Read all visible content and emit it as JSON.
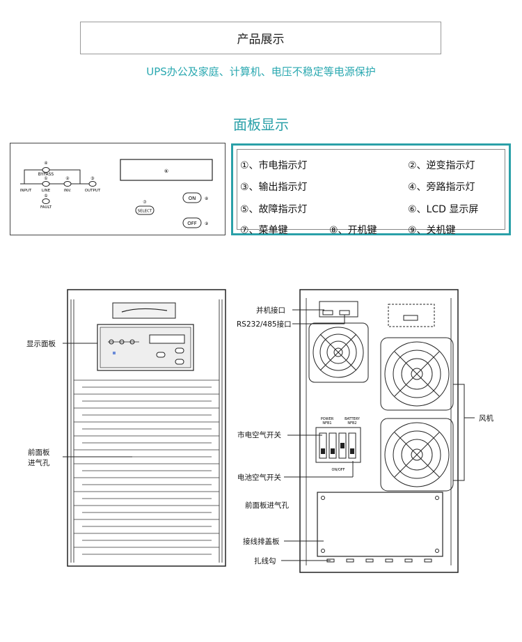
{
  "header": {
    "title": "产品展示",
    "subtitle": "UPS办公及家庭、计算机、电压不稳定等电源保护"
  },
  "panel_section": {
    "title": "面板显示",
    "panel_labels": {
      "bypass": "BYPASS",
      "input": "INPUT",
      "line": "LINE",
      "inv": "INV.",
      "output": "OUTPUT",
      "fault": "FAULT",
      "select": "SELECT",
      "on": "ON",
      "off": "OFF",
      "n1": "①",
      "n2": "②",
      "n3": "③",
      "n4": "④",
      "n5": "⑤",
      "n6": "⑥",
      "n7": "⑦",
      "n8": "⑧",
      "n9": "⑨"
    },
    "legend": [
      "①、市电指示灯",
      "②、逆变指示灯",
      "③、输出指示灯",
      "④、旁路指示灯",
      "⑤、故障指示灯",
      "⑥、LCD 显示屏",
      "⑦、菜单键",
      "⑧、开机键",
      "⑨、关机键"
    ]
  },
  "front_view": {
    "callouts": {
      "display_panel": "显示面板",
      "front_intake_line1": "前面板",
      "front_intake_line2": "进气孔"
    }
  },
  "rear_view": {
    "callouts": {
      "parallel_port": "并机接口",
      "rs232_port": "RS232/485接口",
      "mains_breaker": "市电空气开关",
      "battery_breaker": "电池空气开关",
      "front_intake": "前面板进气孔",
      "cover_plate": "接线排盖板",
      "cable_hook": "扎线勾",
      "fan": "风机"
    },
    "breaker_labels": {
      "power": "POWER",
      "battery": "BATTERY",
      "nfb1": "NFB1",
      "nfb2": "NFB2",
      "on_off": "ON/OFF"
    }
  }
}
